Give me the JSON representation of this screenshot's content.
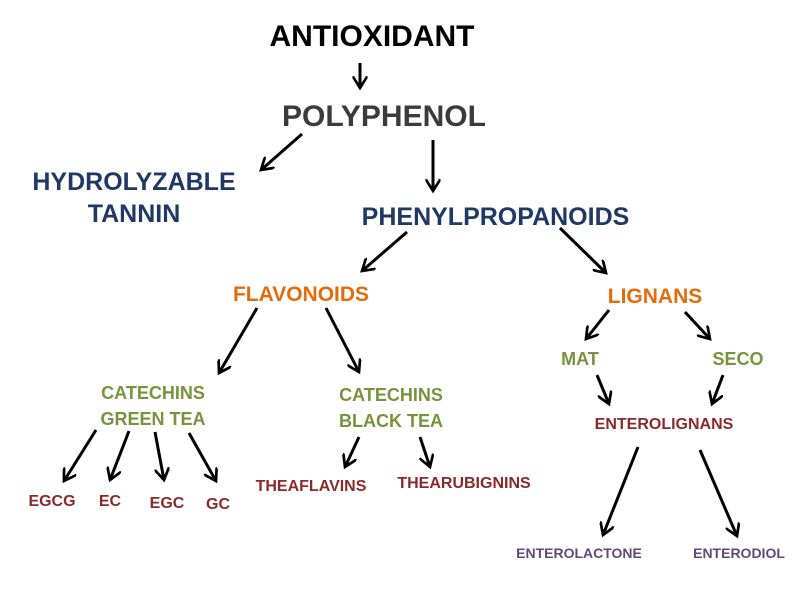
{
  "colors": {
    "black": "#000000",
    "dark_gray": "#3b3b3b",
    "navy": "#1f3864",
    "orange": "#e46c0a",
    "green": "#77933c",
    "maroon": "#8b2a2a",
    "purple": "#5f497a"
  },
  "nodes": {
    "antioxidant": "ANTIOXIDANT",
    "polyphenol": "POLYPHENOL",
    "hydrolyzable_tannin_line1": "HYDROLYZABLE",
    "hydrolyzable_tannin_line2": "TANNIN",
    "phenylpropanoids": "PHENYLPROPANOIDS",
    "flavonoids": "FLAVONOIDS",
    "lignans": "LIGNANS",
    "catechins_green_line1": "CATECHINS",
    "catechins_green_line2": "GREEN TEA",
    "catechins_black_line1": "CATECHINS",
    "catechins_black_line2": "BLACK TEA",
    "mat": "MAT",
    "seco": "SECO",
    "enterolignans": "ENTEROLIGNANS",
    "egcg": "EGCG",
    "ec": "EC",
    "egc": "EGC",
    "gc": "GC",
    "theaflavins": "THEAFLAVINS",
    "thearubignins": "THEARUBIGNINS",
    "enterolactone": "ENTEROLACTONE",
    "enterodiol": "ENTERODIOL"
  },
  "edges": [
    [
      "antioxidant",
      "polyphenol"
    ],
    [
      "polyphenol",
      "hydrolyzable_tannin"
    ],
    [
      "polyphenol",
      "phenylpropanoids"
    ],
    [
      "phenylpropanoids",
      "flavonoids"
    ],
    [
      "phenylpropanoids",
      "lignans"
    ],
    [
      "flavonoids",
      "catechins_green"
    ],
    [
      "flavonoids",
      "catechins_black"
    ],
    [
      "lignans",
      "mat"
    ],
    [
      "lignans",
      "seco"
    ],
    [
      "mat",
      "enterolignans"
    ],
    [
      "seco",
      "enterolignans"
    ],
    [
      "catechins_green",
      "egcg"
    ],
    [
      "catechins_green",
      "ec"
    ],
    [
      "catechins_green",
      "egc"
    ],
    [
      "catechins_green",
      "gc"
    ],
    [
      "catechins_black",
      "theaflavins"
    ],
    [
      "catechins_black",
      "thearubignins"
    ],
    [
      "enterolignans",
      "enterolactone"
    ],
    [
      "enterolignans",
      "enterodiol"
    ]
  ]
}
